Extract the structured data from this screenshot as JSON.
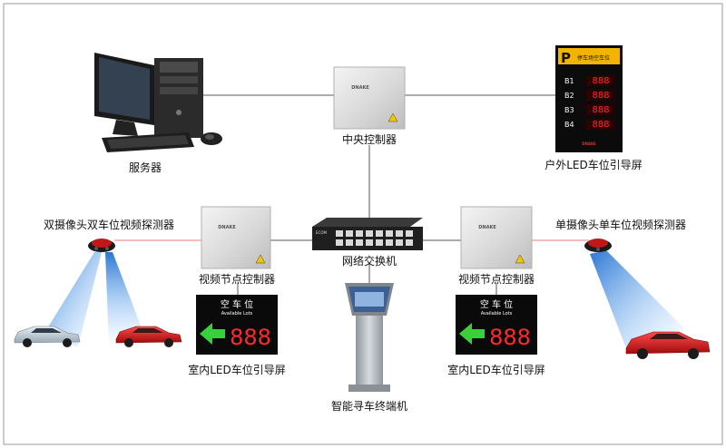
{
  "labels": {
    "server": "服务器",
    "central_controller": "中央控制器",
    "outdoor_screen": "户外LED车位引导屏",
    "dual_detector": "双摄像头双车位视频探测器",
    "single_detector": "单摄像头单车位视频探测器",
    "node_controller_left": "视频节点控制器",
    "node_controller_right": "视频节点控制器",
    "network_switch": "网络交换机",
    "indoor_screen_left": "室内LED车位引导屏",
    "indoor_screen_right": "室内LED车位引导屏",
    "terminal": "智能寻车终端机"
  },
  "brand": "DNAKE",
  "switch_brand": "ECOM",
  "outdoor_display": {
    "header_letter": "P",
    "header_text": "停车场空车位",
    "rows": [
      {
        "label": "B1",
        "value": "888"
      },
      {
        "label": "B2",
        "value": "888"
      },
      {
        "label": "B3",
        "value": "888"
      },
      {
        "label": "B4",
        "value": "888"
      }
    ],
    "footer": "DNAKE"
  },
  "indoor_display": {
    "title": "空 车 位",
    "subtitle": "Available Lots",
    "value": "888"
  },
  "colors": {
    "line": "#555555",
    "detector_red": "#c01818",
    "beam_blue": "#2f7fd8",
    "led_red": "#ff2a2a",
    "arrow_green": "#39d13a",
    "outdoor_header": "#f2b400"
  }
}
